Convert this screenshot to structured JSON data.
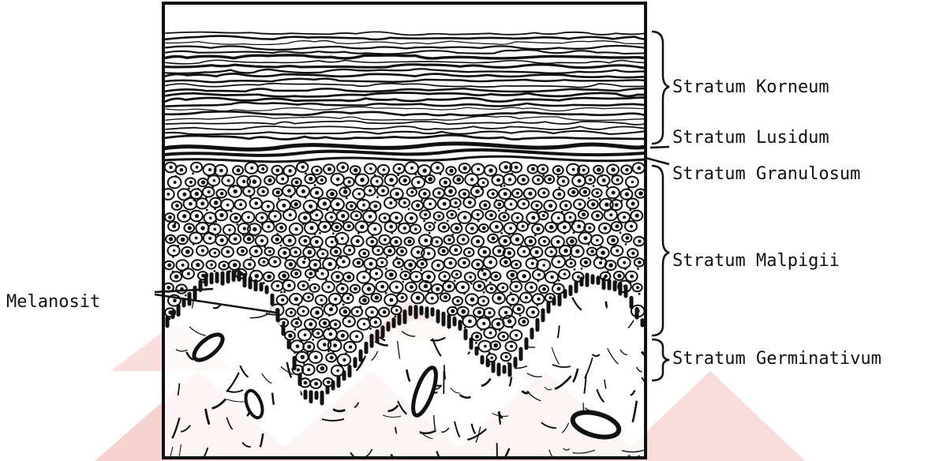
{
  "diagram": {
    "colors": {
      "ink": "#111111",
      "watermark": "#f6d3d0",
      "background": "#ffffff"
    },
    "layers": [
      {
        "id": "korneum",
        "label": "Stratum Korneum"
      },
      {
        "id": "lusidum",
        "label": "Stratum Lusidum"
      },
      {
        "id": "granulosum",
        "label": "Stratum Granulosum"
      },
      {
        "id": "malpigii",
        "label": "Stratum Malpigii"
      },
      {
        "id": "germinativum",
        "label": "Stratum Germinativum"
      }
    ],
    "callout": {
      "label": "Melanosit"
    }
  }
}
